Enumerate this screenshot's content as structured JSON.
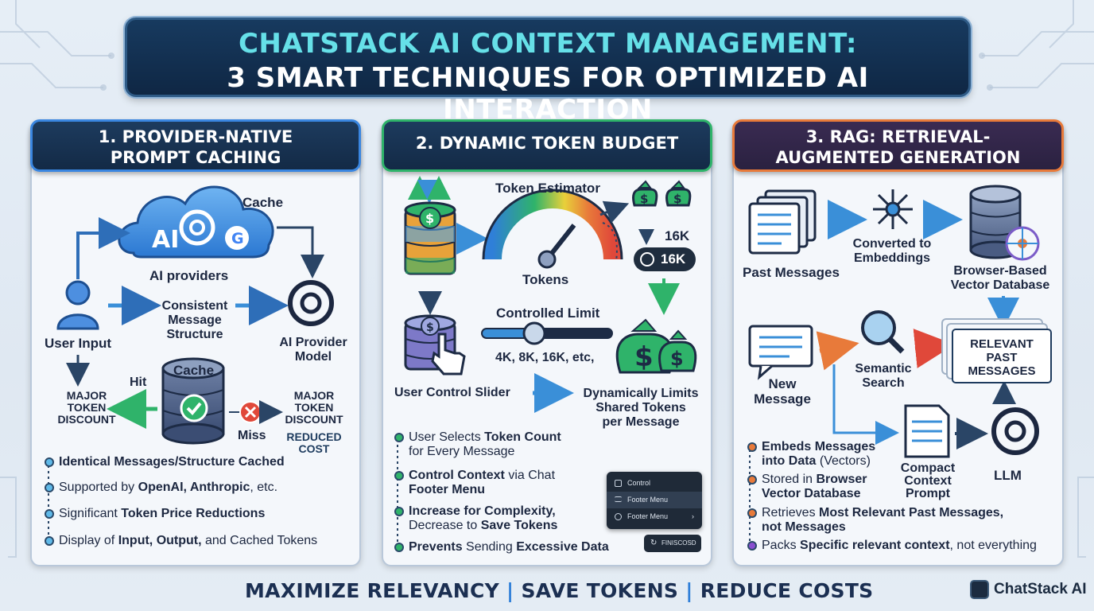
{
  "title": {
    "line1": "CHATSTACK AI CONTEXT MANAGEMENT:",
    "line2": "3 SMART TECHNIQUES FOR OPTIMIZED AI INTERACTION"
  },
  "panel1": {
    "header_line1": "1. PROVIDER-NATIVE",
    "header_line2": "PROMPT CACHING",
    "cloud_badge": "AI",
    "cache_label": "Cache",
    "ai_providers": "AI providers",
    "user_input": "User Input",
    "consistent_structure_1": "Consistent",
    "consistent_structure_2": "Message",
    "consistent_structure_3": "Structure",
    "ai_provider_model_1": "AI Provider",
    "ai_provider_model_2": "Model",
    "cache_db": "Cache",
    "hit": "Hit",
    "miss": "Miss",
    "major_discount_left_1": "MAJOR",
    "major_discount_left_2": "TOKEN",
    "major_discount_left_3": "DISCOUNT",
    "major_discount_right_1": "MAJOR",
    "major_discount_right_2": "TOKEN",
    "major_discount_right_3": "DISCOUNT",
    "reduced_cost_1": "REDUCED",
    "reduced_cost_2": "COST",
    "bullets": [
      {
        "pre": "",
        "bold": "Identical Messages/Structure Cached",
        "post": ""
      },
      {
        "pre": "Supported by ",
        "bold": "OpenAI, Anthropic",
        "post": ", etc."
      },
      {
        "pre": "Significant ",
        "bold": "Token Price Reductions",
        "post": ""
      },
      {
        "pre": "Display of ",
        "bold": "Input, Output,",
        "post": " and Cached Tokens"
      }
    ]
  },
  "panel2": {
    "header": "2. DYNAMIC TOKEN BUDGET",
    "token_estimator": "Token Estimator",
    "tokens": "Tokens",
    "limit_16k": "16K",
    "chip_16k": "16K",
    "controlled_limit": "Controlled Limit",
    "slider_values": "4K, 8K, 16K, etc,",
    "user_control_slider": "User Control Slider",
    "dyn_limits_1": "Dynamically Limits",
    "dyn_limits_2": "Shared Tokens",
    "dyn_limits_3": "per Message",
    "slider_level": 0.4,
    "bullets": [
      {
        "pre": "User Selects ",
        "bold": "Token Count",
        "post": "",
        "line2": "for Every Message"
      },
      {
        "pre": "",
        "bold": "Control Context",
        "post": " via Chat",
        "line2b": "Footer Menu"
      },
      {
        "pre": "",
        "bold": "Increase for Complexity,",
        "post": "",
        "line2pre": "Decrease to ",
        "line2b": "Save Tokens"
      },
      {
        "pre": "",
        "bold": "Prevents",
        "post": " Sending ",
        "bold2": "Excessive Data"
      }
    ],
    "menu": {
      "item1": "Control",
      "item2": "Footer Menu",
      "item3": "Footer Menu",
      "chevron": "›",
      "chip": "FINISCOSD"
    }
  },
  "panel3": {
    "header_line1": "3. RAG: RETRIEVAL-",
    "header_line2": "AUGMENTED GENERATION",
    "past_messages": "Past Messages",
    "converted_1": "Converted to",
    "converted_2": "Embeddings",
    "vector_db_1": "Browser-Based",
    "vector_db_2": "Vector Database",
    "new_message_1": "New",
    "new_message_2": "Message",
    "semantic_search_1": "Semantic",
    "semantic_search_2": "Search",
    "relevant_1": "RELEVANT",
    "relevant_2": "PAST",
    "relevant_3": "MESSAGES",
    "compact_1": "Compact",
    "compact_2": "Context",
    "compact_3": "Prompt",
    "llm": "LLM",
    "bullets": [
      {
        "bold": "Embeds Messages",
        "line2b": "into Data",
        "line2": " (Vectors)"
      },
      {
        "pre": "Stored in ",
        "bold": "Browser",
        "line2b": "Vector Database"
      },
      {
        "pre": "Retrieves ",
        "bold": "Most Relevant Past Messages,",
        "line2b": "not Messages"
      },
      {
        "pre": "Packs ",
        "bold": "Specific relevant context",
        "post": ", not everything"
      }
    ]
  },
  "footer": {
    "part1": "MAXIMIZE RELEVANCY",
    "sep": "|",
    "part2": "SAVE TOKENS",
    "part3": "REDUCE COSTS",
    "brand": "ChatStack AI"
  },
  "colors": {
    "accent_teal": "#66e0e8",
    "blue_arrow": "#3a8fd8",
    "green": "#2fb36a",
    "orange": "#e87a3a",
    "red": "#e0483a",
    "navy": "#132a46"
  }
}
